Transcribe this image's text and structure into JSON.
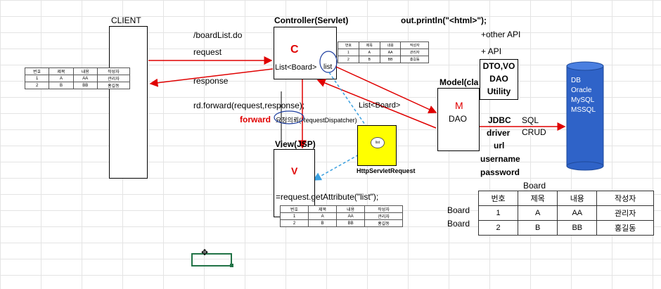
{
  "client": {
    "title": "CLIENT"
  },
  "controller": {
    "title": "Controller(Servlet)",
    "letter": "C",
    "list_label": "List<Board>",
    "list_circle": "list"
  },
  "view": {
    "title": "View(JSP)",
    "letter": "V",
    "get_attr": "=request.getAttribute(\"list\");"
  },
  "model": {
    "title": "Model(cla",
    "letter": "M",
    "dao": "DAO"
  },
  "labels": {
    "board_list_url": "/boardList.do",
    "request": "request",
    "response": "response",
    "forward_call": "rd.forward(request,response);",
    "forward": "forward",
    "dispatcher": "요청의뢰(RequestDispatcher)",
    "list_board": "List<Board>",
    "println": "out.println(\"<html>\");",
    "other_api": "+other API",
    "api": "+ API",
    "dto_stack": [
      "DTO,VO",
      "DAO",
      "Utility"
    ],
    "jdbc_stack": [
      "JDBC",
      "driver",
      "url",
      "username",
      "password"
    ],
    "sql": "SQL",
    "crud": "CRUD",
    "http_request_box": "HttpServletRequest",
    "list_small": "list"
  },
  "db": {
    "lines": [
      "DB",
      "Oracle",
      "MySQL",
      "MSSQL"
    ]
  },
  "board_table": {
    "title": "Board",
    "headers": [
      "번호",
      "제목",
      "내용",
      "작성자"
    ],
    "rows": [
      [
        "1",
        "A",
        "AA",
        "관리자"
      ],
      [
        "2",
        "B",
        "BB",
        "홍길동"
      ]
    ],
    "row_labels": [
      "Board",
      "Board"
    ]
  },
  "mini_table": {
    "headers": [
      "번호",
      "제목",
      "내용",
      "작성자"
    ],
    "rows": [
      [
        "1",
        "A",
        "AA",
        "관리자"
      ],
      [
        "2",
        "B",
        "BB",
        "홍길동"
      ]
    ]
  },
  "colors": {
    "red": "#e00000",
    "blue_dashed": "#3aa0e0",
    "db_blue": "#2f63c8",
    "yellow": "#ffff00",
    "cell_select": "#217346"
  }
}
